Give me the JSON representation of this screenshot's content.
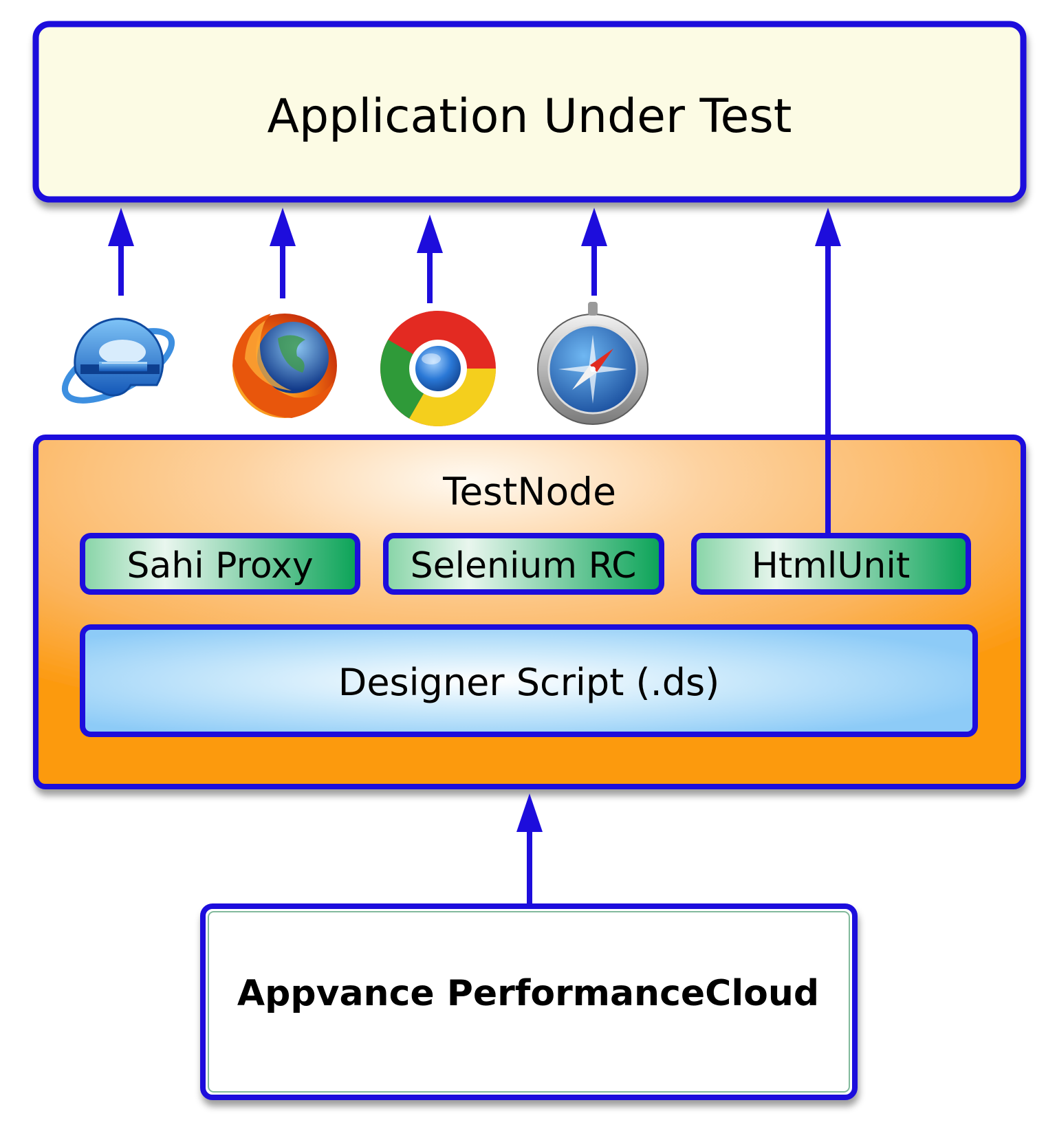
{
  "colors": {
    "border": "#1d0ddc",
    "arrow": "#1d0ddc",
    "application_fill": "#fcfbe4",
    "testnode_gradient": [
      "#fffaf2",
      "#fdd2a0",
      "#fbb45c",
      "#fc9a10"
    ],
    "component_gradient": [
      "#e9f6ee",
      "#86d4a6",
      "#0aa357"
    ],
    "designer_gradient": [
      "#ffffff",
      "#cbe9fb",
      "#8dcbf7"
    ],
    "cloud_fill": "#ffffff"
  },
  "application": {
    "title": "Application Under Test"
  },
  "browsers": [
    {
      "icon": "internet-explorer-icon"
    },
    {
      "icon": "firefox-icon"
    },
    {
      "icon": "chrome-icon"
    },
    {
      "icon": "safari-icon"
    }
  ],
  "testnode": {
    "title": "TestNode",
    "components": [
      {
        "label": "Sahi Proxy"
      },
      {
        "label": "Selenium RC"
      },
      {
        "label": "HtmlUnit"
      }
    ],
    "designer_script": "Designer Script (.ds)"
  },
  "cloud": {
    "title": "Appvance PerformanceCloud"
  }
}
